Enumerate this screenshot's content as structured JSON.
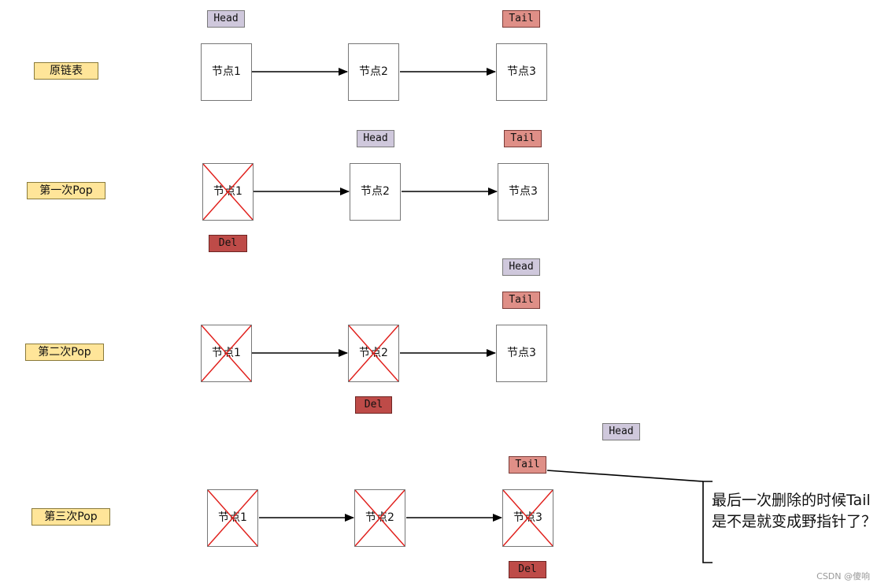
{
  "rows": [
    {
      "label": "原链表"
    },
    {
      "label": "第一次Pop"
    },
    {
      "label": "第二次Pop"
    },
    {
      "label": "第三次Pop"
    }
  ],
  "nodes": {
    "node1": "节点1",
    "node2": "节点2",
    "node3": "节点3"
  },
  "tags": {
    "head": "Head",
    "tail": "Tail",
    "del": "Del"
  },
  "note": "最后一次删除的时候Tail是不是就变成野指针了？",
  "watermark": "CSDN @傻响",
  "colors": {
    "row_label": "#ffe599",
    "head": "#cfc8dc",
    "tail": "#df8f87",
    "del": "#be4b48",
    "cross": "#e0201c"
  }
}
